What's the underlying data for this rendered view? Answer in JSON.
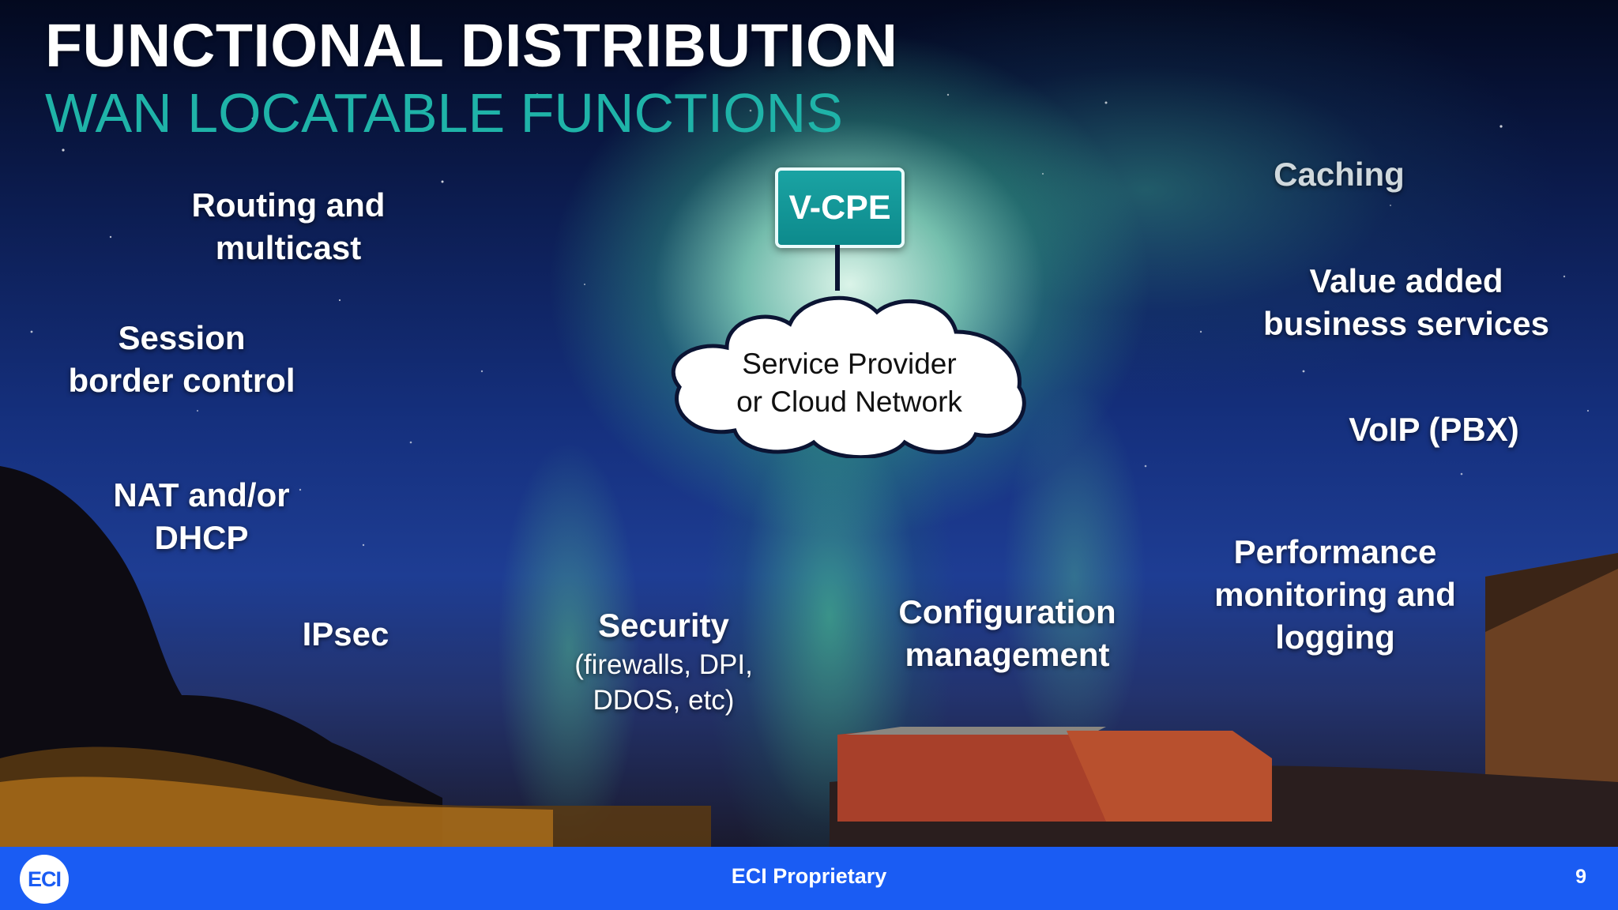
{
  "slide": {
    "title": "FUNCTIONAL DISTRIBUTION",
    "subtitle": "WAN LOCATABLE FUNCTIONS"
  },
  "diagram": {
    "vcpe_label": "V-CPE",
    "cloud_line1": "Service Provider",
    "cloud_line2": "or Cloud Network"
  },
  "functions": {
    "routing": [
      "Routing and",
      "multicast"
    ],
    "session": [
      "Session",
      "border control"
    ],
    "nat": [
      "NAT and/or",
      "DHCP"
    ],
    "ipsec": "IPsec",
    "security": {
      "title": "Security",
      "detail": [
        "(firewalls, DPI,",
        "DDOS, etc)"
      ]
    },
    "config": [
      "Configuration",
      "management"
    ],
    "caching": "Caching",
    "value_added": [
      "Value added",
      "business services"
    ],
    "voip": "VoIP (PBX)",
    "performance": [
      "Performance",
      "monitoring and",
      "logging"
    ]
  },
  "footer": {
    "logo_text": "ECI",
    "center_text": "ECI Proprietary",
    "page_number": "9",
    "color": "#1a5cf3"
  },
  "colors": {
    "title": "#ffffff",
    "subtitle": "#1fb3a8",
    "vcpe_box": "#0d8a8c"
  }
}
